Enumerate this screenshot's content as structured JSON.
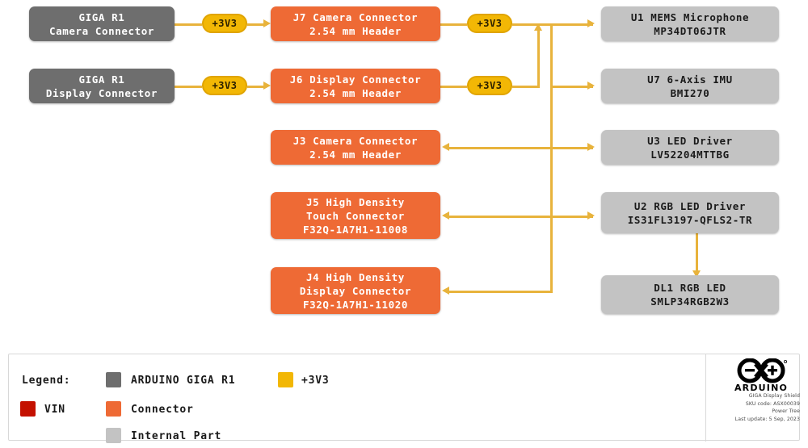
{
  "diagram": {
    "title": "GIGA Display Shield Power Tree",
    "colors": {
      "giga": "#6e6e6e",
      "connector": "#ee6a35",
      "internal": "#c3c3c3",
      "rail_3v3": "#f2b705",
      "vin": "#c41100",
      "wire": "#e8b33c"
    },
    "source_blocks": [
      {
        "id": "giga-camera",
        "line1": "GIGA R1",
        "line2": "Camera Connector"
      },
      {
        "id": "giga-display",
        "line1": "GIGA R1",
        "line2": "Display Connector"
      }
    ],
    "connector_blocks": [
      {
        "id": "j7",
        "line1": "J7 Camera Connector",
        "line2": "2.54 mm Header",
        "line3": ""
      },
      {
        "id": "j6",
        "line1": "J6 Display Connector",
        "line2": "2.54 mm Header",
        "line3": ""
      },
      {
        "id": "j3",
        "line1": "J3 Camera Connector",
        "line2": "2.54 mm Header",
        "line3": ""
      },
      {
        "id": "j5",
        "line1": "J5 High Density",
        "line2": "Touch Connector",
        "line3": "F32Q-1A7H1-11008"
      },
      {
        "id": "j4",
        "line1": "J4 High Density",
        "line2": "Display Connector",
        "line3": "F32Q-1A7H1-11020"
      }
    ],
    "internal_blocks": [
      {
        "id": "u1",
        "line1": "U1 MEMS Microphone",
        "line2": "MP34DT06JTR"
      },
      {
        "id": "u7",
        "line1": "U7 6-Axis IMU",
        "line2": "BMI270"
      },
      {
        "id": "u3",
        "line1": "U3 LED Driver",
        "line2": "LV52204MTTBG"
      },
      {
        "id": "u2",
        "line1": "U2 RGB LED Driver",
        "line2": "IS31FL3197-QFLS2-TR"
      },
      {
        "id": "dl1",
        "line1": "DL1 RGB LED",
        "line2": "SMLP34RGB2W3"
      }
    ],
    "rails": [
      {
        "id": "rail-1",
        "label": "+3V3"
      },
      {
        "id": "rail-2",
        "label": "+3V3"
      },
      {
        "id": "rail-3",
        "label": "+3V3"
      },
      {
        "id": "rail-4",
        "label": "+3V3"
      }
    ]
  },
  "legend": {
    "heading": "Legend:",
    "items": [
      {
        "id": "giga-r1",
        "label": "ARDUINO GIGA R1",
        "color": "#6e6e6e"
      },
      {
        "id": "rail-3v3",
        "label": "+3V3",
        "color": "#f2b705"
      },
      {
        "id": "vin",
        "label": "VIN",
        "color": "#c41100"
      },
      {
        "id": "connector",
        "label": "Connector",
        "color": "#ee6a35"
      },
      {
        "id": "internal-part",
        "label": "Internal Part",
        "color": "#c3c3c3"
      }
    ]
  },
  "brand": {
    "wordmark": "ARDUINO",
    "product": "GIGA Display Shield",
    "sku": "SKU code: ASX00039",
    "doc_type": "Power Tree",
    "last_update": "Last update: 5 Sep, 2023"
  }
}
